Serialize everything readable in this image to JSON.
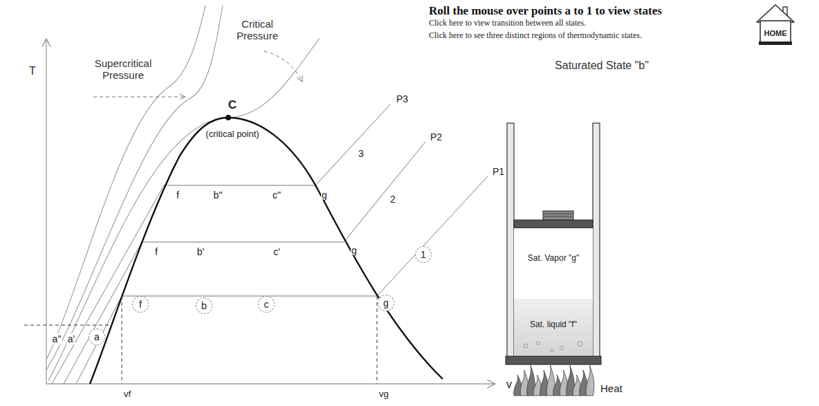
{
  "diagram": {
    "title": "Roll the mouse over points a to 1 to view states",
    "nodes": [
      {
        "text": [
          "HOME"
        ]
      },
      {
        "text": [
          "Sat. Vapor \"g\""
        ]
      },
      {
        "text": [
          "Sat. liquid \"f\""
        ]
      },
      {
        "text": [
          "f"
        ]
      },
      {
        "text": [
          "b"
        ]
      },
      {
        "text": [
          "c"
        ]
      },
      {
        "text": [
          "g"
        ]
      },
      {
        "text": [
          "1"
        ]
      },
      {
        "text": [
          "a"
        ]
      }
    ],
    "labels": [
      "Click here to view transition between all states.",
      "Click here to see three distinct regions of thermodynamic states.",
      "Saturated State \"b\"",
      "Critical Pressure",
      "Supercritical Pressure",
      "T",
      "C",
      "(critical point)",
      "P3",
      "P2",
      "P1",
      "3",
      "2",
      "f",
      "b\"",
      "c\"",
      "g",
      "f",
      "b'",
      "c'",
      "g",
      "a\"",
      "a'",
      "v",
      "vf",
      "vg",
      "Heat"
    ]
  }
}
